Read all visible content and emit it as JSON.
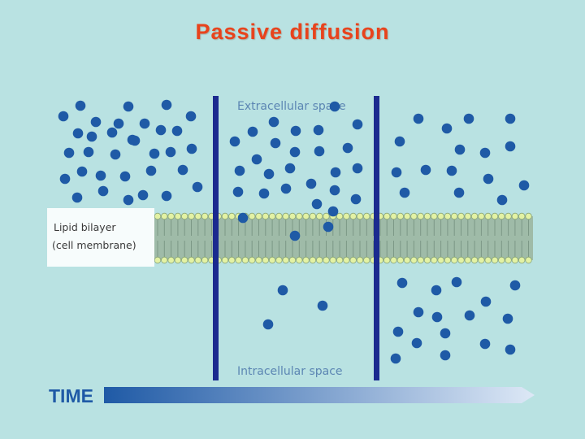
{
  "slide": {
    "title": "Passive diffusion"
  },
  "diagram": {
    "extracellular_label": "Extracellular space",
    "intracellular_label": "Intracellular space",
    "bilayer_label_line1": "Lipid bilayer",
    "bilayer_label_line2": "(cell membrane)",
    "time_label": "TIME"
  },
  "colors": {
    "background": "#b9e2e2",
    "title": "#e8431c",
    "molecule": "#1f5aa6",
    "separator": "#1b2a8f",
    "lipid_head": "#e3f2a4",
    "membrane": "#9fbba8"
  }
}
